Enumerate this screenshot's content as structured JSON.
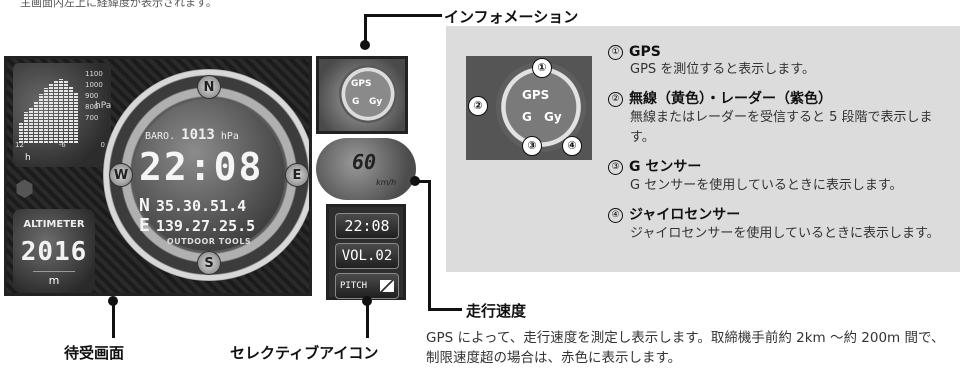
{
  "top_note": "主画面内左上に経緯度が表示されます。",
  "callouts": {
    "information": "インフォメーション",
    "speed": "走行速度",
    "standby": "待受画面",
    "selective": "セレクティブアイコン"
  },
  "standby_screen": {
    "baro_scale": [
      "1100",
      "1000",
      "900",
      "800",
      "700"
    ],
    "baro_unit": "hPa",
    "baro_axis": [
      "12",
      "-6",
      "0"
    ],
    "baro_axis_unit": "h",
    "altimeter_label": "ALTIMETER",
    "altimeter_value": "2016",
    "altimeter_unit": "m",
    "compass": {
      "n": "N",
      "e": "E",
      "s": "S",
      "w": "W"
    },
    "baro_label": "BARO.",
    "baro_value": "1013",
    "baro_value_unit": "hPa",
    "clock": "22:08",
    "lat_letter": "N",
    "lat_value": "35.30.51.4",
    "lon_letter": "E",
    "lon_value": "139.27.25.5",
    "brand": "OUTDOOR TOOLS",
    "bar_heights_pct": [
      30,
      45,
      52,
      60,
      70,
      78,
      85,
      90,
      92,
      88,
      80,
      72
    ]
  },
  "info_icon": {
    "gps": "GPS",
    "g": "G",
    "gy": "Gy"
  },
  "speed_icon": {
    "value": "60",
    "unit": "km/h"
  },
  "selective_icons": {
    "time": "22:08",
    "vol": "VOL.02",
    "pitch": "PITCH"
  },
  "mini": {
    "gps": "GPS",
    "g": "G",
    "gy": "Gy",
    "n1": "①",
    "n2": "②",
    "n3": "③",
    "n4": "④"
  },
  "descriptions": [
    {
      "num": "①",
      "title": "GPS",
      "body": "GPS を測位すると表示します。"
    },
    {
      "num": "②",
      "title": "無線（黄色）・レーダー（紫色）",
      "body": "無線またはレーダーを受信すると 5 段階で表示します。"
    },
    {
      "num": "③",
      "title": "G センサー",
      "body": "G センサーを使用しているときに表示します。"
    },
    {
      "num": "④",
      "title": "ジャイロセンサー",
      "body": "ジャイロセンサーを使用しているときに表示します。"
    }
  ],
  "speed_description": "GPS によって、走行速度を測定し表示します。取締機手前約 2km ～約 200m 間で、制限速度超の場合は、赤色に表示します。"
}
